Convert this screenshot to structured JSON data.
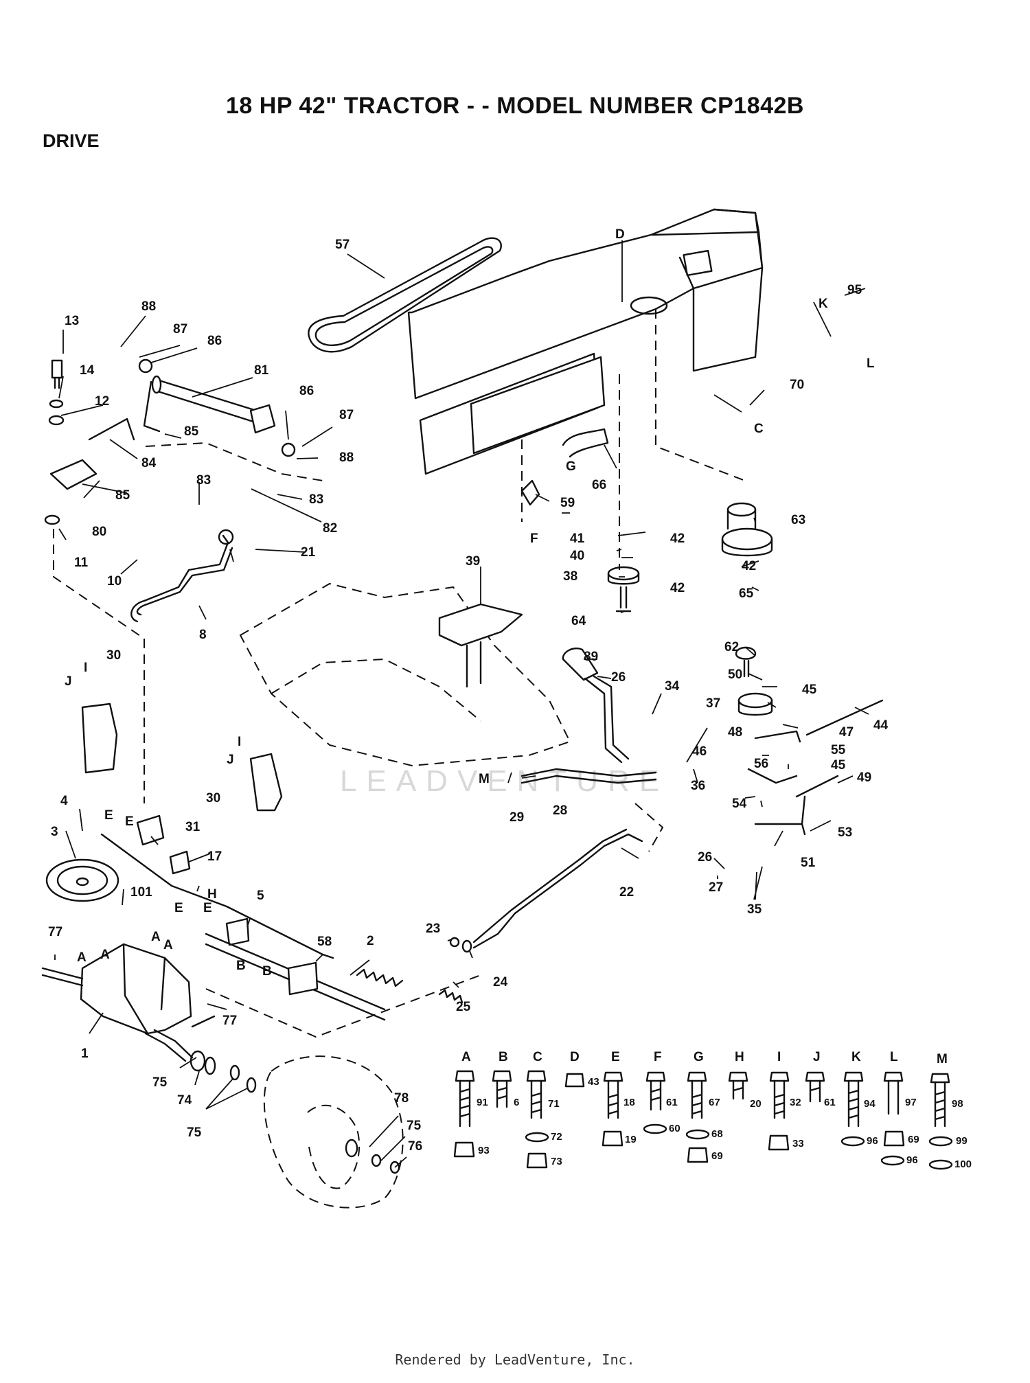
{
  "title": "18 HP 42\" TRACTOR - - MODEL NUMBER CP1842B",
  "section": "DRIVE",
  "footer": "Rendered by LeadVenture, Inc.",
  "watermark": "LEADVENTURE",
  "callouts": [
    "57",
    "D",
    "95",
    "K",
    "L",
    "88",
    "13",
    "87",
    "86",
    "81",
    "14",
    "12",
    "85",
    "84",
    "86",
    "87",
    "88",
    "70",
    "C",
    "85",
    "80",
    "11",
    "83",
    "83",
    "82",
    "21",
    "10",
    "8",
    "66",
    "G",
    "59",
    "F",
    "63",
    "42",
    "41",
    "40",
    "42",
    "38",
    "42",
    "65",
    "64",
    "39",
    "89",
    "62",
    "50",
    "45",
    "26",
    "34",
    "37",
    "47",
    "48",
    "44",
    "55",
    "45",
    "46",
    "36",
    "49",
    "56",
    "54",
    "30",
    "I",
    "J",
    "30",
    "I",
    "J",
    "4",
    "M",
    "29",
    "28",
    "E",
    "E",
    "31",
    "3",
    "17",
    "H",
    "101",
    "E",
    "E",
    "5",
    "51",
    "53",
    "26",
    "27",
    "35",
    "22",
    "77",
    "A",
    "A",
    "A",
    "A",
    "58",
    "2",
    "23",
    "24",
    "B",
    "B",
    "25",
    "77",
    "1",
    "75",
    "74",
    "75",
    "78",
    "75",
    "76"
  ],
  "hardware": [
    {
      "letter": "A",
      "parts": [
        "91",
        "93"
      ]
    },
    {
      "letter": "B",
      "parts": [
        "6"
      ]
    },
    {
      "letter": "C",
      "parts": [
        "71",
        "72",
        "73"
      ]
    },
    {
      "letter": "D",
      "parts": [
        "43"
      ]
    },
    {
      "letter": "E",
      "parts": [
        "18",
        "19"
      ]
    },
    {
      "letter": "F",
      "parts": [
        "61",
        "60"
      ]
    },
    {
      "letter": "G",
      "parts": [
        "67",
        "68",
        "69"
      ]
    },
    {
      "letter": "H",
      "parts": [
        "20"
      ]
    },
    {
      "letter": "I",
      "parts": [
        "32",
        "33"
      ]
    },
    {
      "letter": "J",
      "parts": [
        "61"
      ]
    },
    {
      "letter": "K",
      "parts": [
        "94",
        "96"
      ]
    },
    {
      "letter": "L",
      "parts": [
        "97",
        "69",
        "96"
      ]
    },
    {
      "letter": "M",
      "parts": [
        "98",
        "99",
        "100"
      ]
    }
  ]
}
